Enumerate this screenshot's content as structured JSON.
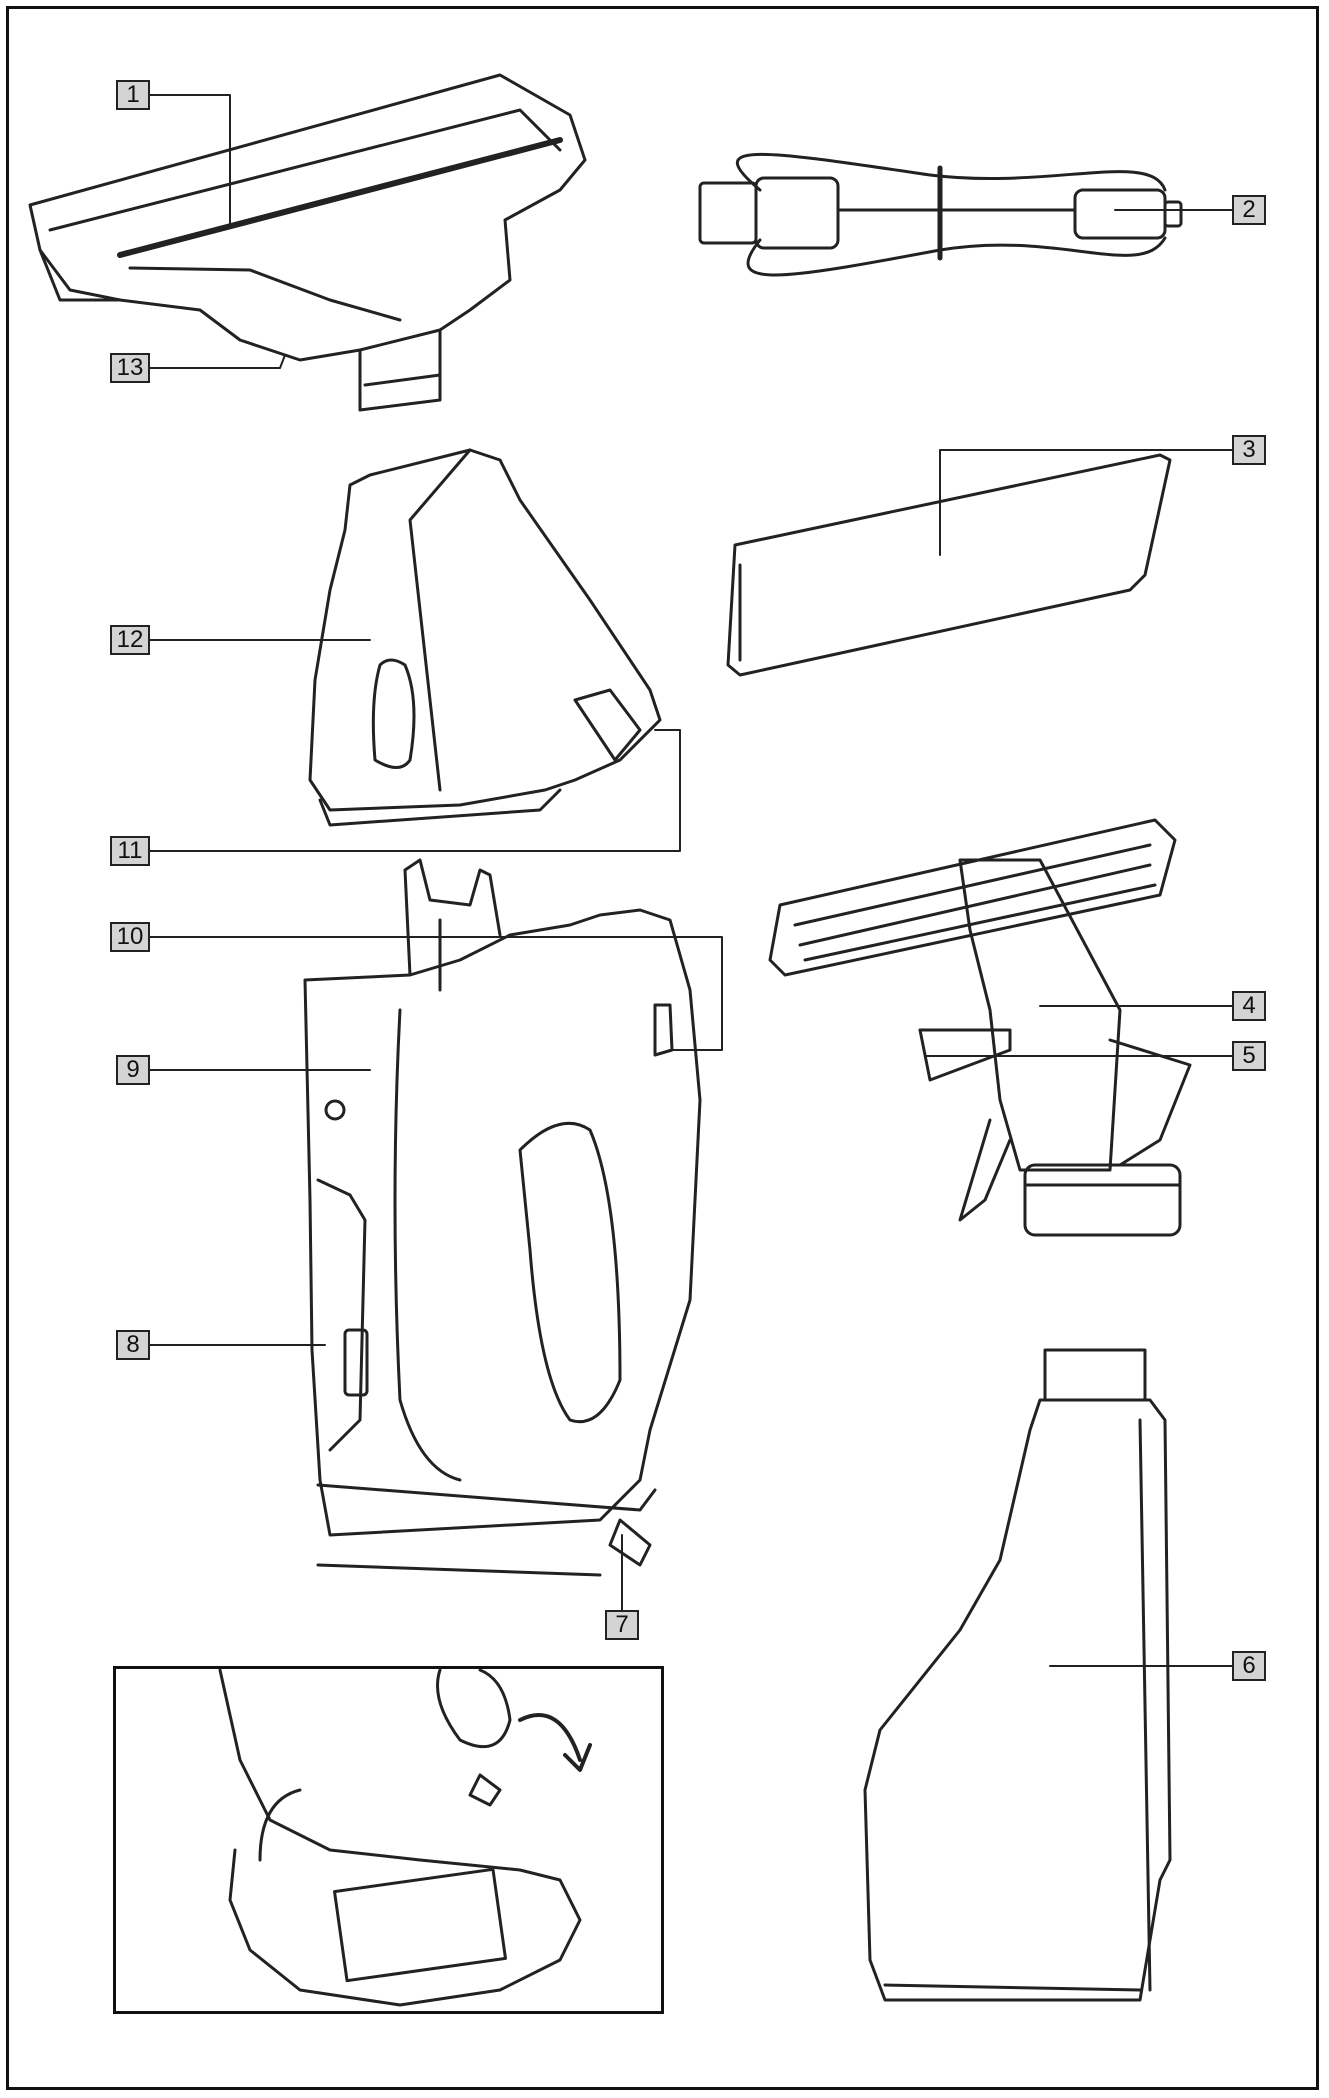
{
  "diagram": {
    "part_labels": [
      "1",
      "2",
      "3",
      "4",
      "5",
      "6",
      "7",
      "8",
      "9",
      "10",
      "11",
      "12",
      "13"
    ],
    "colors": {
      "line": "#222222",
      "label_fill": "#d4d4d4",
      "background": "#ffffff"
    }
  }
}
